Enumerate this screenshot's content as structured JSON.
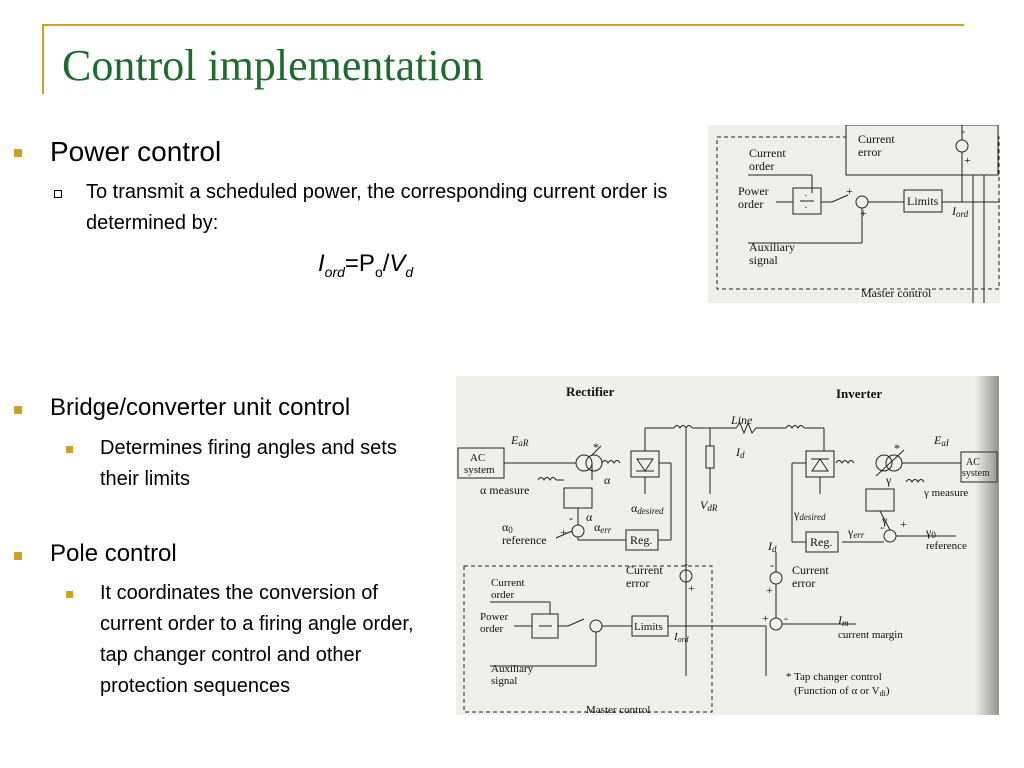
{
  "slide": {
    "title": "Control implementation",
    "power_control": {
      "heading": "Power control",
      "text": "To transmit a scheduled power, the corresponding current order is determined  by:",
      "formula": {
        "I": "I",
        "ord": "ord",
        "eq_P": "=P",
        "o": "o",
        "slash": "/",
        "V": "V",
        "d": "d"
      }
    },
    "bridge_control": {
      "heading": "Bridge/converter unit control",
      "text": "Determines firing angles and sets their limits"
    },
    "pole_control": {
      "heading": "Pole control",
      "text": "It coordinates the conversion of current order to a firing angle order, tap changer control and other protection sequences"
    }
  },
  "figure_master": {
    "current_error": [
      "Current",
      "error"
    ],
    "current_order": [
      "Current",
      "order"
    ],
    "power_order": [
      "Power",
      "order"
    ],
    "aux_signal": [
      "Auxiliary",
      "signal"
    ],
    "limits": "Limits",
    "i_ord": "I",
    "i_ord_sub": "ord",
    "plus": "+",
    "minus": "-",
    "master_control": "Master control"
  },
  "figure_system": {
    "rectifier": "Rectifier",
    "inverter": "Inverter",
    "line": "Line",
    "ac_system_left": [
      "AC",
      "system"
    ],
    "ac_system_right": [
      "AC",
      "system"
    ],
    "e_ar": "E",
    "e_ar_sub": "aR",
    "e_ai": "E",
    "e_ai_sub": "aI",
    "i_d": "I",
    "i_d_sub": "d",
    "v_dr": "V",
    "v_dr_sub": "dR",
    "alpha_measure": "α  measure",
    "gamma_measure": "γ  measure",
    "alpha": "α",
    "gamma": "γ",
    "alpha_desired": "α",
    "alpha_desired_sub": "desired",
    "gamma_desired": "γ",
    "gamma_desired_sub": "desired",
    "alpha_err": "α",
    "alpha_err_sub": "err",
    "gamma_err": "γ",
    "gamma_err_sub": "err",
    "alpha0_ref": [
      "α",
      "reference"
    ],
    "alpha0_sub": "0",
    "gamma0_ref": [
      "γ",
      "reference"
    ],
    "gamma0_sub": "0",
    "reg": "Reg.",
    "current_error": [
      "Current",
      "error"
    ],
    "current_order": [
      "Current",
      "order"
    ],
    "power_order": [
      "Power",
      "order"
    ],
    "aux_signal": [
      "Auxiliary",
      "signal"
    ],
    "limits": "Limits",
    "i_ord": "I",
    "i_ord_sub": "ord",
    "i_m": "I",
    "i_m_sub": "m",
    "current_margin": "current margin",
    "master_control": "Master control",
    "tap_note": [
      "* Tap changer control",
      "(Function of  α or V"
    ],
    "tap_note_sub": "di",
    "tap_note_end": ")",
    "star": "*",
    "plus": "+",
    "minus": "-"
  }
}
